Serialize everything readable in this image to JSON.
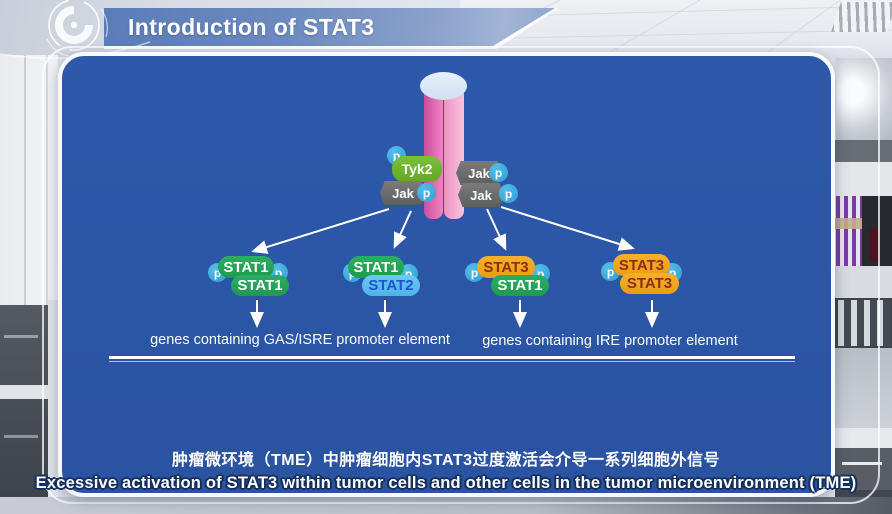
{
  "header": {
    "title": "Introduction of STAT3"
  },
  "icons": {
    "logo": "circular-tech-emblem"
  },
  "diagram": {
    "p_label": "p",
    "kinases": {
      "tyk2": "Tyk2",
      "jak": "Jak"
    },
    "dimers": [
      {
        "top": "STAT1",
        "bottom": "STAT1"
      },
      {
        "top": "STAT1",
        "bottom": "STAT2"
      },
      {
        "top": "STAT3",
        "bottom": "STAT1"
      },
      {
        "top": "STAT3",
        "bottom": "STAT3"
      }
    ],
    "gene_labels": [
      "genes containing GAS/ISRE promoter element",
      "genes containing IRE promoter element"
    ]
  },
  "captions": {
    "zh": "肿瘤微环境（TME）中肿瘤细胞内STAT3过度激活会介导一系列细胞外信号",
    "en": "Excessive activation of STAT3 within tumor cells and other cells in the tumor microenvironment (TME)"
  },
  "colors": {
    "panel_blue": "#2b56a6",
    "titlebar_blue": "#6c8abf",
    "stat1_green": "#23a258",
    "stat2_fill": "#5cc2f0",
    "stat2_text": "#1d54d1",
    "stat3_orange": "#f0a41e",
    "stat3_text": "#8c2f10",
    "phospho_cyan": "#3badde",
    "tyk2_green": "#70b52f",
    "jak_gray": "#6d6d6d",
    "receptor_pink_dark": "#d964ab",
    "receptor_pink_light": "#f3a9cd"
  }
}
